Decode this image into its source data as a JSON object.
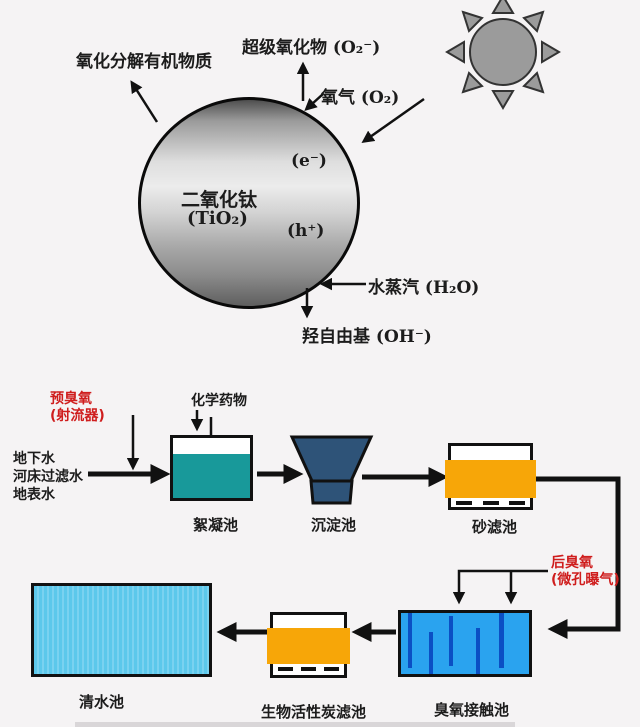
{
  "title": "TiO2 photocatalysis and ozone-BAC water treatment process diagram",
  "colors": {
    "background": "#f5f3f4",
    "red_accent": "#cf1d1d",
    "floc_teal": "#18999a",
    "sediment_navy": "#2e5378",
    "filter_orange": "#f7a608",
    "ozone_blue": "#2aa3ef",
    "baffle_blue": "#0b4fc4",
    "clear_lightblue": "#5cc8eb",
    "sphere_gray": "#bdbdbd",
    "sun_gray": "#9b9b9b",
    "paddle_yellow": "#ccd44c",
    "line_black": "#111111"
  },
  "photocatalysis": {
    "organic": "氧化分解有机物质",
    "superoxide": "超级氧化物 (O₂⁻)",
    "oxygen": "氧气 (O₂)",
    "water_vapor": "水蒸汽 (H₂O)",
    "hydroxyl": "羟自由基 (OH⁻)",
    "sphere": {
      "line1": "二氧化钛",
      "line2": "(TiO₂)",
      "electron": "(e⁻)",
      "hole": "(h⁺)"
    },
    "sun": "sunlight"
  },
  "process": {
    "pre_ozone": {
      "line1": "预臭氧",
      "line2": "(射流器)"
    },
    "chemical": "化学药物",
    "sources": [
      "地下水",
      "河床过滤水",
      "地表水"
    ],
    "post_ozone": {
      "line1": "后臭氧",
      "line2": "(微孔曝气)"
    },
    "tanks": {
      "floc": "絮凝池",
      "sediment": "沉淀池",
      "sand": "砂滤池",
      "ozone_contact": "臭氧接触池",
      "bac": "生物活性炭滤池",
      "clear": "清水池"
    }
  }
}
